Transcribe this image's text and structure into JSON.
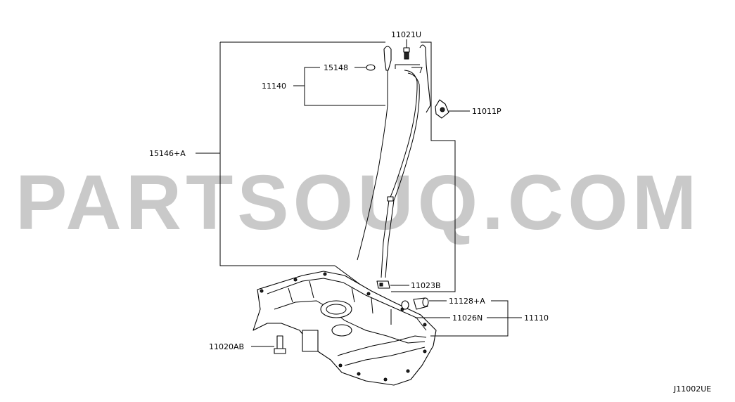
{
  "watermark": "PARTSOUQ.COM",
  "diagram_code": "J11002UE",
  "callouts": {
    "p11021U": "11021U",
    "p15148": "15148",
    "p11140": "11140",
    "p11011P": "11011P",
    "p15146A": "15146+A",
    "p11023B": "11023B",
    "p11128A": "11128+A",
    "p11026N": "11026N",
    "p11110": "11110",
    "p11020AB": "11020AB"
  }
}
